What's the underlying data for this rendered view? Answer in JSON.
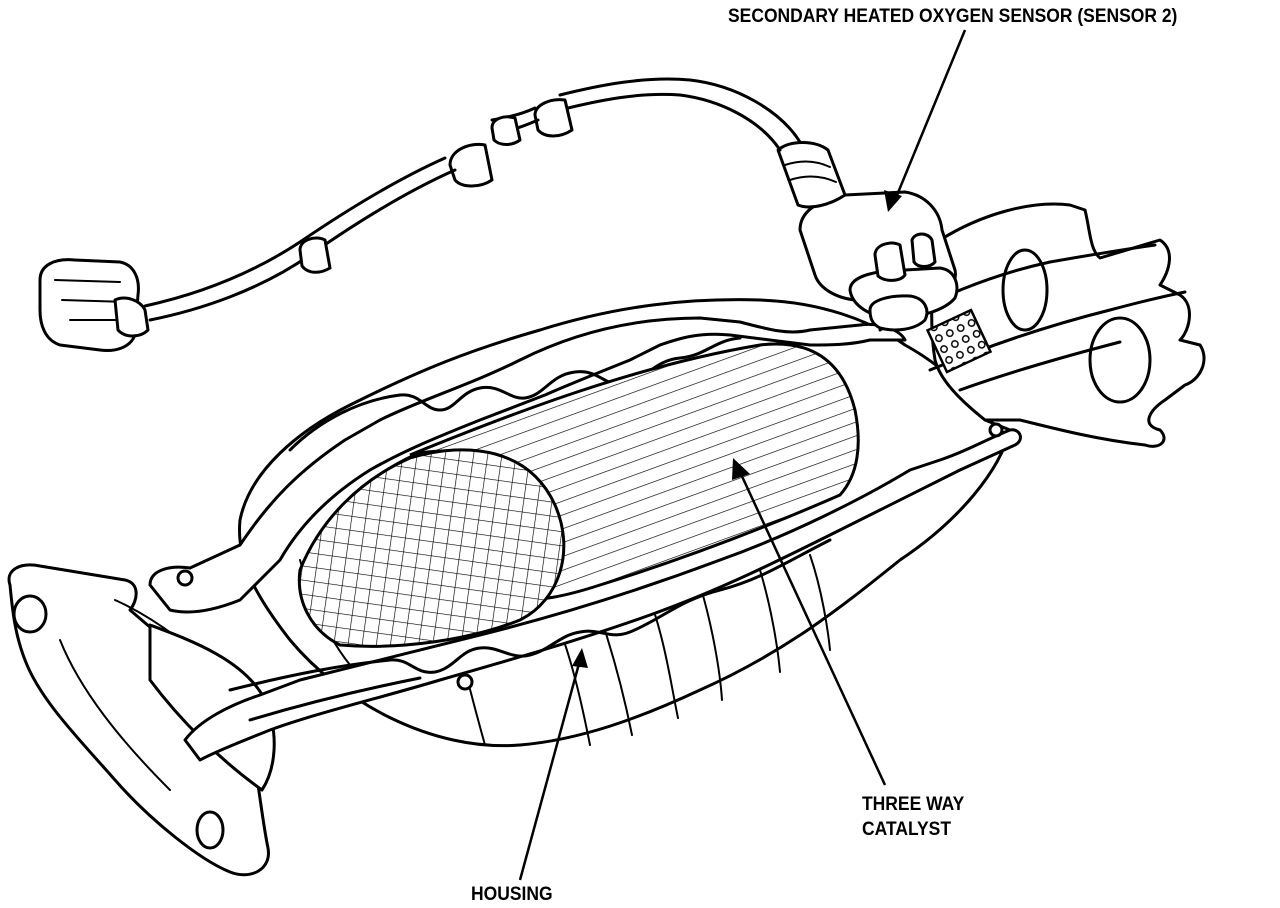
{
  "labels": {
    "sensor": "SECONDARY HEATED OXYGEN SENSOR (SENSOR 2)",
    "catalyst_line1": "THREE WAY",
    "catalyst_line2": "CATALYST",
    "housing": "HOUSING"
  },
  "colors": {
    "ink": "#000000",
    "paper": "#ffffff"
  }
}
